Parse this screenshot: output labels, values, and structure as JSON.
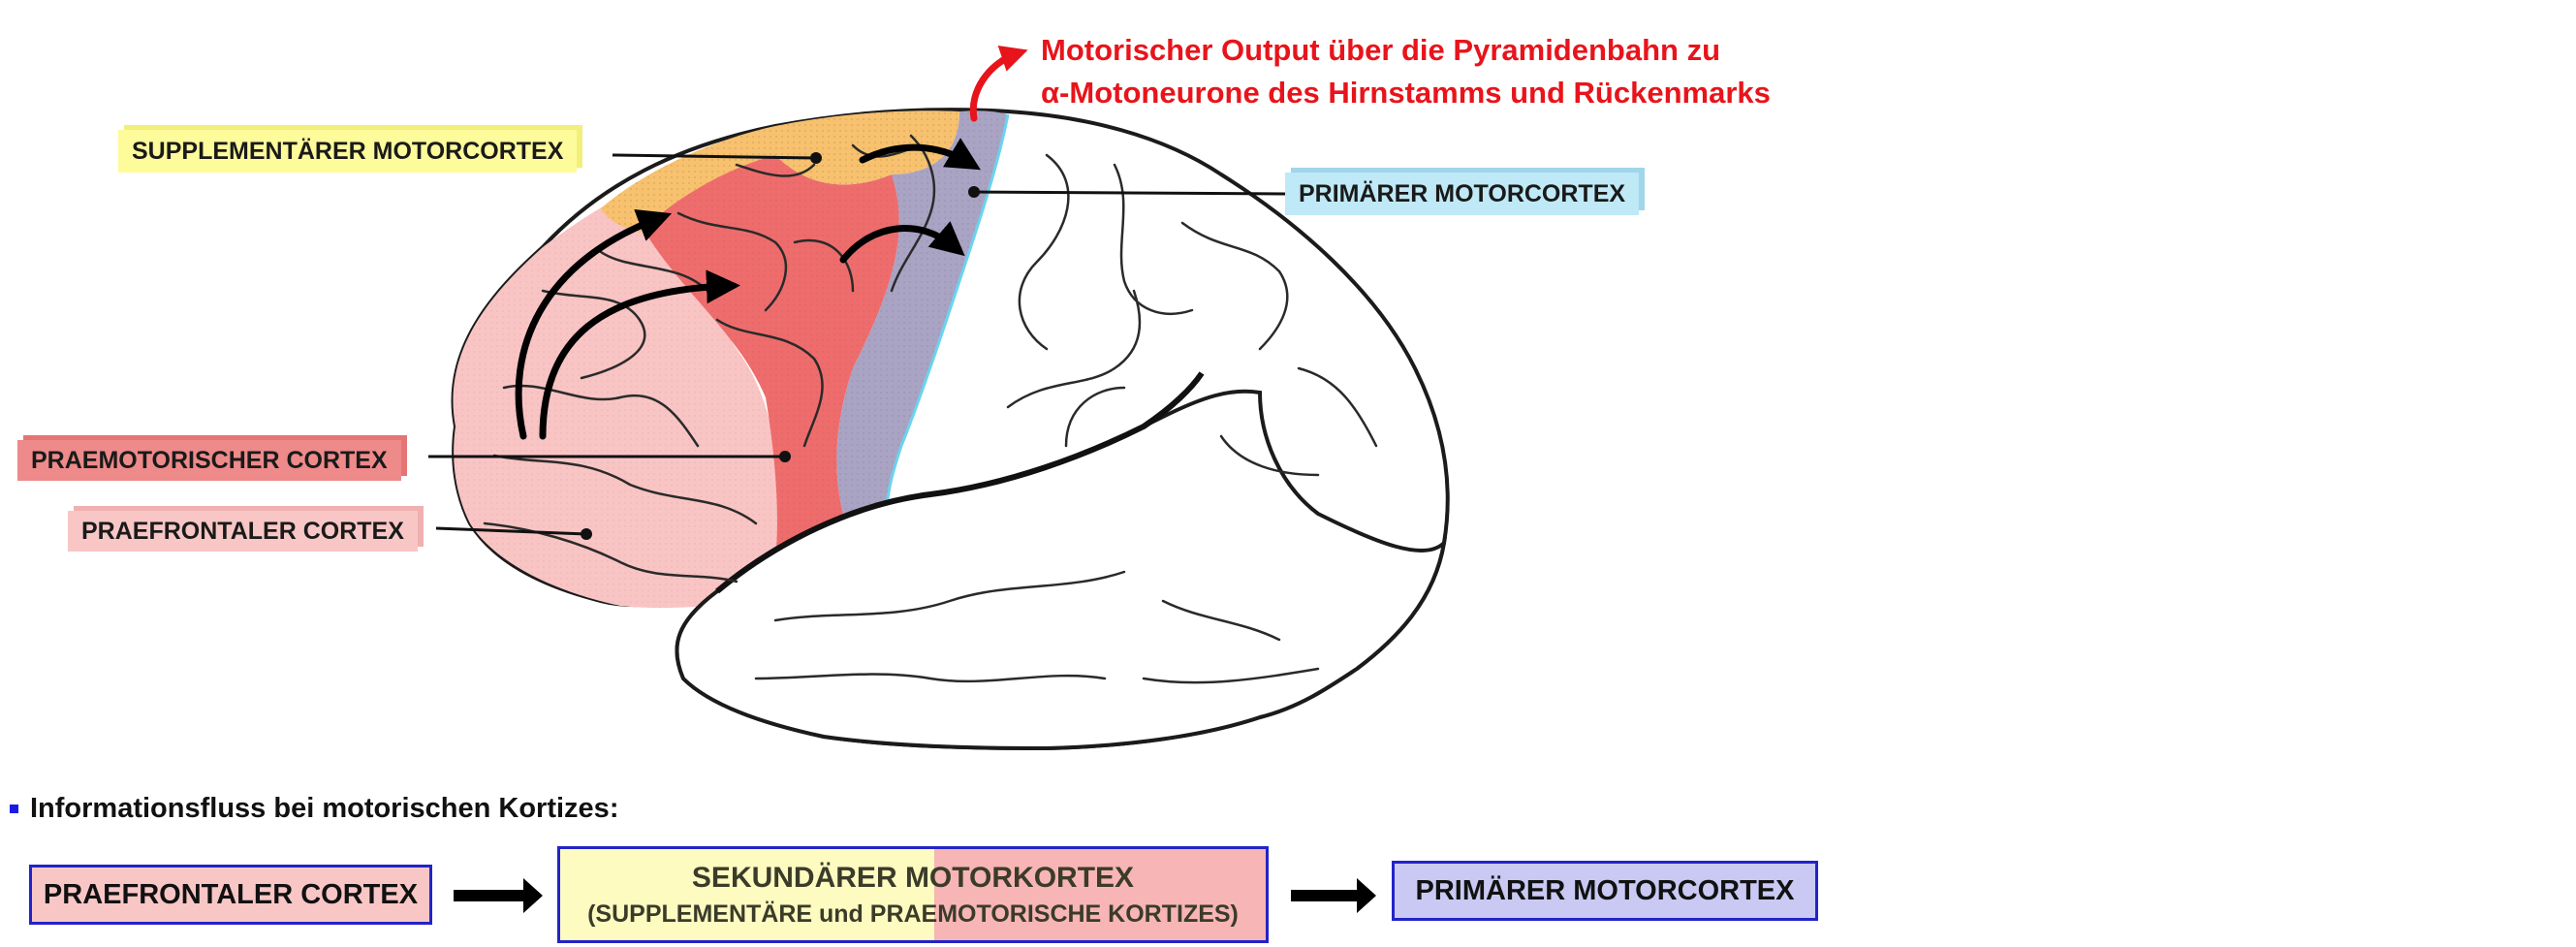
{
  "labels": {
    "sma": "SUPPLEMENTÄRER MOTORCORTEX",
    "pmc": "PRAEMOTORISCHER CORTEX",
    "pfc": "PRAEFRONTALER CORTEX",
    "m1": "PRIMÄRER MOTORCORTEX"
  },
  "output": {
    "line1": "Motorischer Output über die Pyramidenbahn zu",
    "line2": "α-Motoneurone des Hirnstamms und Rückenmarks"
  },
  "flow": {
    "title": "Informationsfluss bei motorischen Kortizes:",
    "box1": "PRAEFRONTALER CORTEX",
    "box2_line1": "SEKUNDÄRER MOTORKORTEX",
    "box2_line2": "(SUPPLEMENTÄRE und PRAEMOTORISCHE KORTIZES)",
    "box3": "PRIMÄRER MOTORCORTEX"
  },
  "colors": {
    "supplementary_motor_cortex": "#f7c16e",
    "premotor_cortex": "#ef6c6c",
    "prefrontal_cortex": "#f9c4c4",
    "primary_motor_cortex": "#a9a3c4",
    "output_text": "#e8141b",
    "flow_box_border": "#2323c8"
  }
}
